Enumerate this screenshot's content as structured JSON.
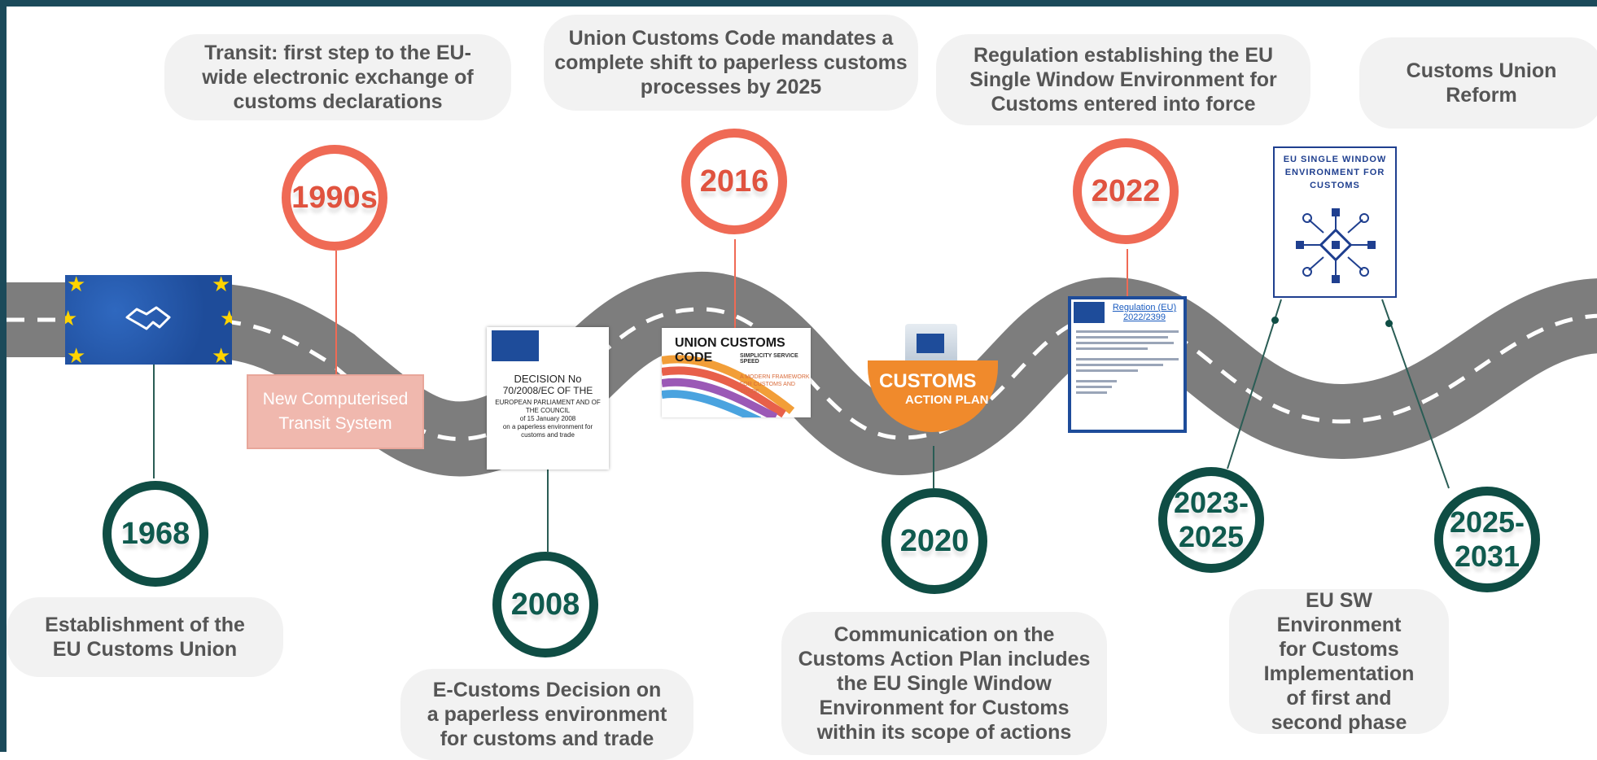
{
  "milestones": [
    {
      "year": "1968",
      "color": "green",
      "text": "Establishment of the\nEU Customs Union"
    },
    {
      "year": "1990s",
      "color": "red",
      "text": "Transit: first step to the EU-\nwide electronic exchange of\ncustoms declarations"
    },
    {
      "year": "2008",
      "color": "green",
      "text": "E-Customs Decision on\na paperless environment\nfor customs and trade"
    },
    {
      "year": "2016",
      "color": "red",
      "text": "Union Customs Code mandates a\ncomplete shift to paperless customs\nprocesses by 2025"
    },
    {
      "year": "2020",
      "color": "green",
      "text": "Communication on the\nCustoms Action Plan includes\nthe EU Single Window\nEnvironment for Customs\nwithin its scope of actions"
    },
    {
      "year": "2022",
      "color": "red",
      "text": "Regulation establishing the EU\nSingle Window Environment for\nCustoms entered into force"
    },
    {
      "year": "2023-\n2025",
      "color": "green",
      "text": "EU SW\nEnvironment\nfor Customs\nImplementation\nof first and\nsecond phase"
    },
    {
      "year": "2025-\n2031",
      "color": "green",
      "text": "Customs Union\nReform"
    }
  ],
  "documents": {
    "ncts": "New Computerised\nTransit System",
    "decision": {
      "line1": "DECISION No",
      "line2": "70/2008/EC OF THE",
      "line3": "EUROPEAN PARLIAMENT AND OF THE COUNCIL",
      "line4": "of 15 January 2008",
      "line5": "on a paperless environment for customs and trade"
    },
    "ucc": {
      "title": "UNION CUSTOMS CODE",
      "tagline": "SIMPLICITY  SERVICE  SPEED",
      "subtitle": "A MODERN FRAMEWORK FOR CUSTOMS AND TRADE"
    },
    "action_plan": {
      "line1": "CUSTOMS",
      "line2": "ACTION PLAN"
    },
    "regulation": {
      "title": "Regulation (EU) 2022/2399"
    },
    "sw_logo": "EU SINGLE WINDOW\nENVIRONMENT FOR\nCUSTOMS"
  },
  "colors": {
    "road": "#7a7a7a",
    "red_accent": "#ef6a55",
    "green_accent": "#0f4d44",
    "frame": "#1b4a5a",
    "bubble": "#f2f2f2"
  }
}
